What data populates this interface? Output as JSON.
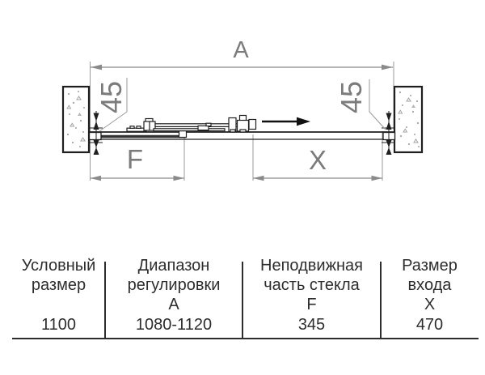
{
  "diagram": {
    "labels": {
      "overall_width": "A",
      "fixed_part": "F",
      "entry_size": "X",
      "wall_profile_left": "45",
      "wall_profile_right": "45"
    },
    "colors": {
      "drawing_line": "#1f1f1f",
      "dimension_line": "#8a8a8a",
      "dimension_label": "#7b7b7b"
    }
  },
  "table": {
    "columns": [
      {
        "title_line1": "Условный",
        "title_line2": "размер",
        "letter": "",
        "value": "1100"
      },
      {
        "title_line1": "Диапазон",
        "title_line2": "регулировки",
        "letter": "А",
        "value": "1080-1120"
      },
      {
        "title_line1": "Неподвижная",
        "title_line2": "часть стекла",
        "letter": "F",
        "value": "345"
      },
      {
        "title_line1": "Размер",
        "title_line2": "входа",
        "letter": "Х",
        "value": "470"
      }
    ]
  }
}
